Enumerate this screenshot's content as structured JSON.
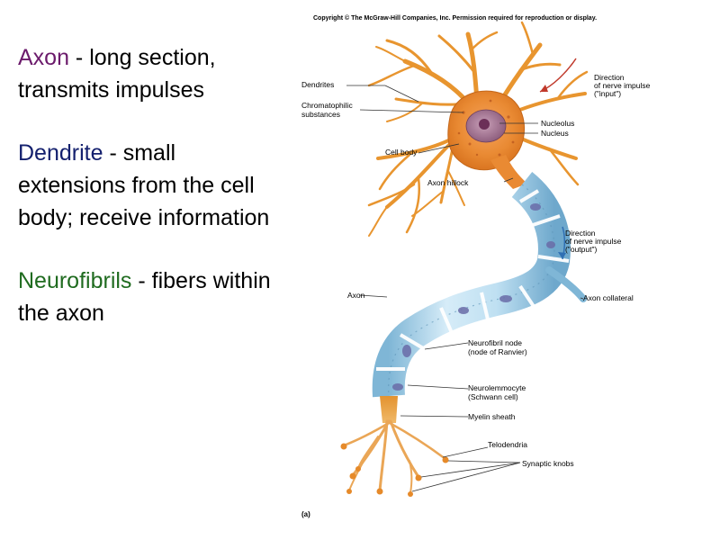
{
  "definitions": [
    {
      "term": "Axon",
      "description": " - long section, transmits impulses",
      "color": "#6b1a6b"
    },
    {
      "term": "Dendrite",
      "description": " - small extensions from the cell body; receive information",
      "color": "#14206e"
    },
    {
      "term": "Neurofibrils",
      "description": " - fibers within the axon",
      "color": "#1f6b1f"
    }
  ],
  "figure": {
    "copyright": "Copyright © The McGraw-Hill Companies, Inc. Permission required for reproduction or display.",
    "panel_letter": "(a)",
    "labels": {
      "dendrites": "Dendrites",
      "chromatophilic_1": "Chromatophilic",
      "chromatophilic_2": "substances",
      "cell_body": "Cell body",
      "axon_hillock": "Axon hillock",
      "axon": "Axon",
      "direction_input_1": "Direction",
      "direction_input_2": "of nerve impulse",
      "direction_input_3": "(\"input\")",
      "nucleolus": "Nucleolus",
      "nucleus": "Nucleus",
      "direction_output_1": "Direction",
      "direction_output_2": "of nerve impulse",
      "direction_output_3": "(\"output\")",
      "axon_collateral": "Axon collateral",
      "node_1": "Neurofibril node",
      "node_2": "(node of Ranvier)",
      "neurolemmocyte_1": "Neurolemmocyte",
      "neurolemmocyte_2": "(Schwann cell)",
      "myelin_sheath": "Myelin sheath",
      "telodendria": "Telodendria",
      "synaptic_knobs": "Synaptic knobs"
    }
  }
}
